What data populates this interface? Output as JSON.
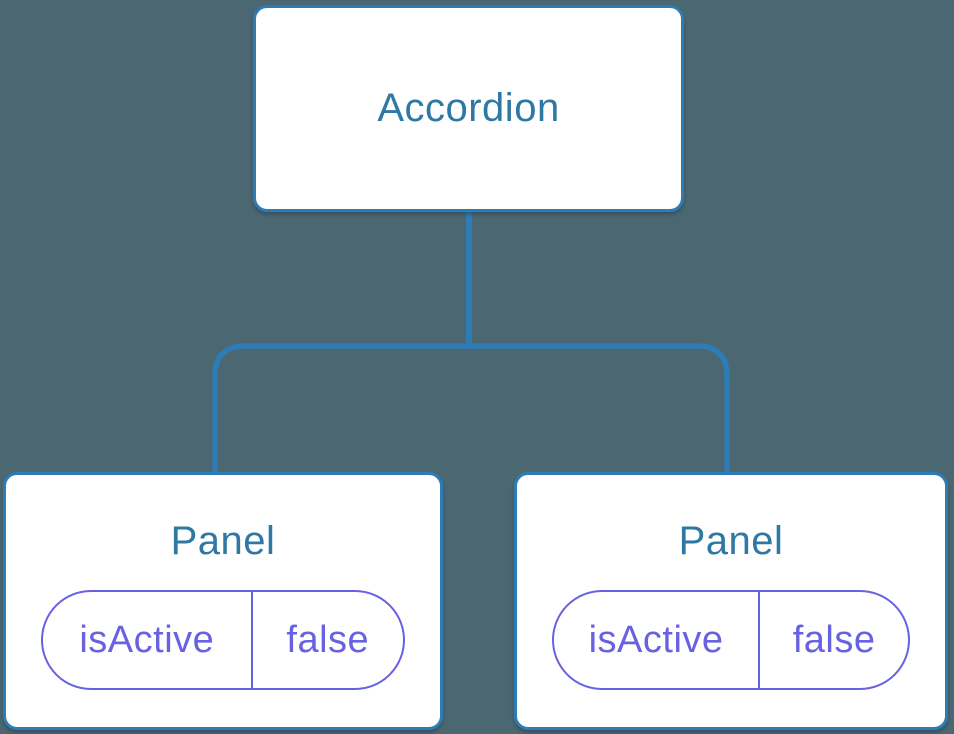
{
  "colors": {
    "background": "#4B6772",
    "connector_line": "#2E7CB5",
    "node_border": "#2E7CB5",
    "node_fill": "#FFFFFF",
    "node_title_text": "#2E78A4",
    "state_accent": "#6862E3"
  },
  "tree": {
    "root": {
      "label": "Accordion"
    },
    "children": [
      {
        "label": "Panel",
        "state": {
          "key": "isActive",
          "value": "false"
        }
      },
      {
        "label": "Panel",
        "state": {
          "key": "isActive",
          "value": "false"
        }
      }
    ]
  }
}
